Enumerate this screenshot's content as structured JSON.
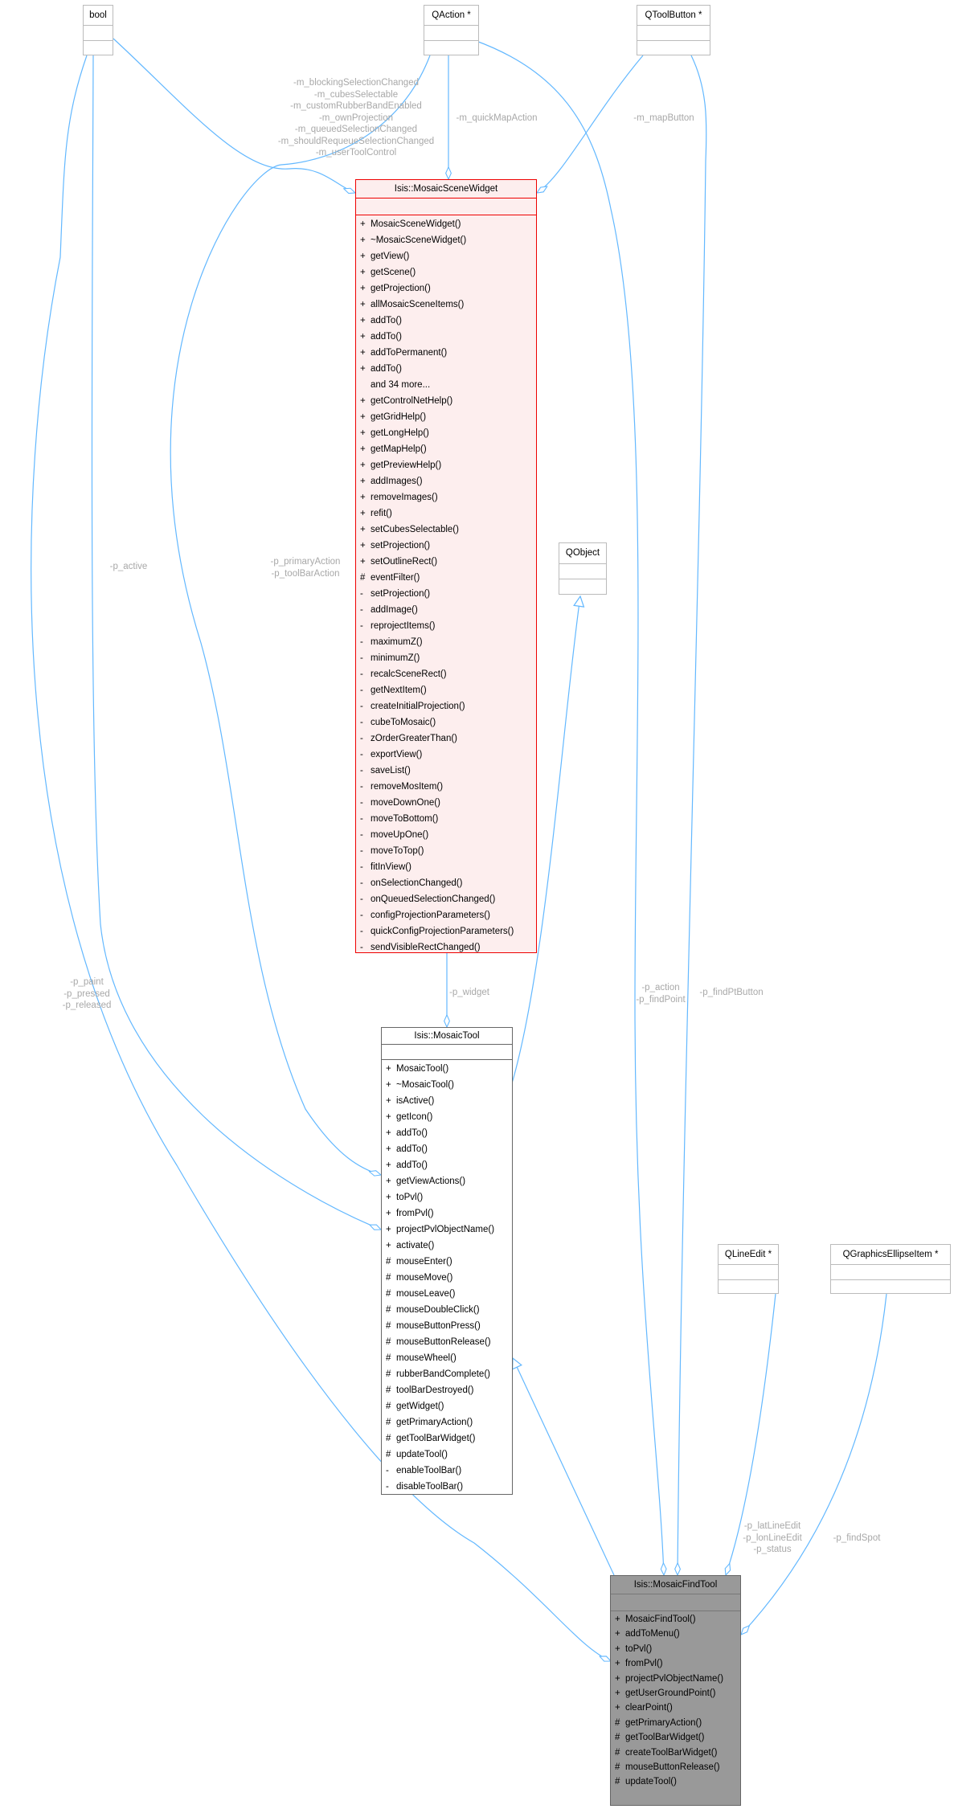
{
  "classes": {
    "bool": {
      "name": "bool",
      "members": []
    },
    "qaction": {
      "name": "QAction *",
      "members": []
    },
    "qtoolbutton": {
      "name": "QToolButton *",
      "members": []
    },
    "qobject": {
      "name": "QObject",
      "members": []
    },
    "qlineedit": {
      "name": "QLineEdit *",
      "members": []
    },
    "qgraphicsellipseitem": {
      "name": "QGraphicsEllipseItem *",
      "members": []
    },
    "mosaicscenewidget": {
      "name": "Isis::MosaicSceneWidget",
      "members": [
        {
          "v": "+",
          "n": "MosaicSceneWidget()"
        },
        {
          "v": "+",
          "n": "~MosaicSceneWidget()"
        },
        {
          "v": "+",
          "n": "getView()"
        },
        {
          "v": "+",
          "n": "getScene()"
        },
        {
          "v": "+",
          "n": "getProjection()"
        },
        {
          "v": "+",
          "n": "allMosaicSceneItems()"
        },
        {
          "v": "+",
          "n": "addTo()"
        },
        {
          "v": "+",
          "n": "addTo()"
        },
        {
          "v": "+",
          "n": "addToPermanent()"
        },
        {
          "v": "+",
          "n": "addTo()"
        },
        {
          "v": "",
          "n": "and 34 more..."
        },
        {
          "v": "+",
          "n": "getControlNetHelp()"
        },
        {
          "v": "+",
          "n": "getGridHelp()"
        },
        {
          "v": "+",
          "n": "getLongHelp()"
        },
        {
          "v": "+",
          "n": "getMapHelp()"
        },
        {
          "v": "+",
          "n": "getPreviewHelp()"
        },
        {
          "v": "+",
          "n": "addImages()"
        },
        {
          "v": "+",
          "n": "removeImages()"
        },
        {
          "v": "+",
          "n": "refit()"
        },
        {
          "v": "+",
          "n": "setCubesSelectable()"
        },
        {
          "v": "+",
          "n": "setProjection()"
        },
        {
          "v": "+",
          "n": "setOutlineRect()"
        },
        {
          "v": "#",
          "n": "eventFilter()"
        },
        {
          "v": "-",
          "n": "setProjection()"
        },
        {
          "v": "-",
          "n": "addImage()"
        },
        {
          "v": "-",
          "n": "reprojectItems()"
        },
        {
          "v": "-",
          "n": "maximumZ()"
        },
        {
          "v": "-",
          "n": "minimumZ()"
        },
        {
          "v": "-",
          "n": "recalcSceneRect()"
        },
        {
          "v": "-",
          "n": "getNextItem()"
        },
        {
          "v": "-",
          "n": "createInitialProjection()"
        },
        {
          "v": "-",
          "n": "cubeToMosaic()"
        },
        {
          "v": "-",
          "n": "zOrderGreaterThan()"
        },
        {
          "v": "-",
          "n": "exportView()"
        },
        {
          "v": "-",
          "n": "saveList()"
        },
        {
          "v": "-",
          "n": "removeMosItem()"
        },
        {
          "v": "-",
          "n": "moveDownOne()"
        },
        {
          "v": "-",
          "n": "moveToBottom()"
        },
        {
          "v": "-",
          "n": "moveUpOne()"
        },
        {
          "v": "-",
          "n": "moveToTop()"
        },
        {
          "v": "-",
          "n": "fitInView()"
        },
        {
          "v": "-",
          "n": "onSelectionChanged()"
        },
        {
          "v": "-",
          "n": "onQueuedSelectionChanged()"
        },
        {
          "v": "-",
          "n": "configProjectionParameters()"
        },
        {
          "v": "-",
          "n": "quickConfigProjectionParameters()"
        },
        {
          "v": "-",
          "n": "sendVisibleRectChanged()"
        }
      ]
    },
    "mosaictool": {
      "name": "Isis::MosaicTool",
      "members": [
        {
          "v": "+",
          "n": "MosaicTool()"
        },
        {
          "v": "+",
          "n": "~MosaicTool()"
        },
        {
          "v": "+",
          "n": "isActive()"
        },
        {
          "v": "+",
          "n": "getIcon()"
        },
        {
          "v": "+",
          "n": "addTo()"
        },
        {
          "v": "+",
          "n": "addTo()"
        },
        {
          "v": "+",
          "n": "addTo()"
        },
        {
          "v": "+",
          "n": "getViewActions()"
        },
        {
          "v": "+",
          "n": "toPvl()"
        },
        {
          "v": "+",
          "n": "fromPvl()"
        },
        {
          "v": "+",
          "n": "projectPvlObjectName()"
        },
        {
          "v": "+",
          "n": "activate()"
        },
        {
          "v": "#",
          "n": "mouseEnter()"
        },
        {
          "v": "#",
          "n": "mouseMove()"
        },
        {
          "v": "#",
          "n": "mouseLeave()"
        },
        {
          "v": "#",
          "n": "mouseDoubleClick()"
        },
        {
          "v": "#",
          "n": "mouseButtonPress()"
        },
        {
          "v": "#",
          "n": "mouseButtonRelease()"
        },
        {
          "v": "#",
          "n": "mouseWheel()"
        },
        {
          "v": "#",
          "n": "rubberBandComplete()"
        },
        {
          "v": "#",
          "n": "toolBarDestroyed()"
        },
        {
          "v": "#",
          "n": "getWidget()"
        },
        {
          "v": "#",
          "n": "getPrimaryAction()"
        },
        {
          "v": "#",
          "n": "getToolBarWidget()"
        },
        {
          "v": "#",
          "n": "updateTool()"
        },
        {
          "v": "-",
          "n": "enableToolBar()"
        },
        {
          "v": "-",
          "n": "disableToolBar()"
        }
      ]
    },
    "mosaicfindtool": {
      "name": "Isis::MosaicFindTool",
      "members": [
        {
          "v": "+",
          "n": "MosaicFindTool()"
        },
        {
          "v": "+",
          "n": "addToMenu()"
        },
        {
          "v": "+",
          "n": "toPvl()"
        },
        {
          "v": "+",
          "n": "fromPvl()"
        },
        {
          "v": "+",
          "n": "projectPvlObjectName()"
        },
        {
          "v": "+",
          "n": "getUserGroundPoint()"
        },
        {
          "v": "+",
          "n": "clearPoint()"
        },
        {
          "v": "#",
          "n": "getPrimaryAction()"
        },
        {
          "v": "#",
          "n": "getToolBarWidget()"
        },
        {
          "v": "#",
          "n": "createToolBarWidget()"
        },
        {
          "v": "#",
          "n": "mouseButtonRelease()"
        },
        {
          "v": "#",
          "n": "updateTool()"
        }
      ]
    }
  },
  "edge_labels": {
    "msw_bool": [
      "-m_blockingSelectionChanged",
      "-m_cubesSelectable",
      "-m_customRubberBandEnabled",
      "-m_ownProjection",
      "-m_queuedSelectionChanged",
      "-m_shouldRequeueSelectionChanged",
      "-m_userToolControl"
    ],
    "msw_qaction": [
      "-m_quickMapAction"
    ],
    "msw_qtoolbutton": [
      "-m_mapButton"
    ],
    "tool_bool": [
      "-p_active"
    ],
    "tool_qaction": [
      "-p_primaryAction",
      "-p_toolBarAction"
    ],
    "find_bool": [
      "-p_paint",
      "-p_pressed",
      "-p_released"
    ],
    "tool_widget": [
      "-p_widget"
    ],
    "find_qaction": [
      "-p_action",
      "-p_findPoint"
    ],
    "find_qtoolbutton": [
      "-p_findPtButton"
    ],
    "find_qlineedit": [
      "-p_latLineEdit",
      "-p_lonLineEdit",
      "-p_status"
    ],
    "find_ellipse": [
      "-p_findSpot"
    ]
  },
  "colors": {
    "edge": "#63b8ff",
    "highlight_border": "#ee0000",
    "highlight_fill": "#fdeeee",
    "current_fill": "#999999"
  }
}
